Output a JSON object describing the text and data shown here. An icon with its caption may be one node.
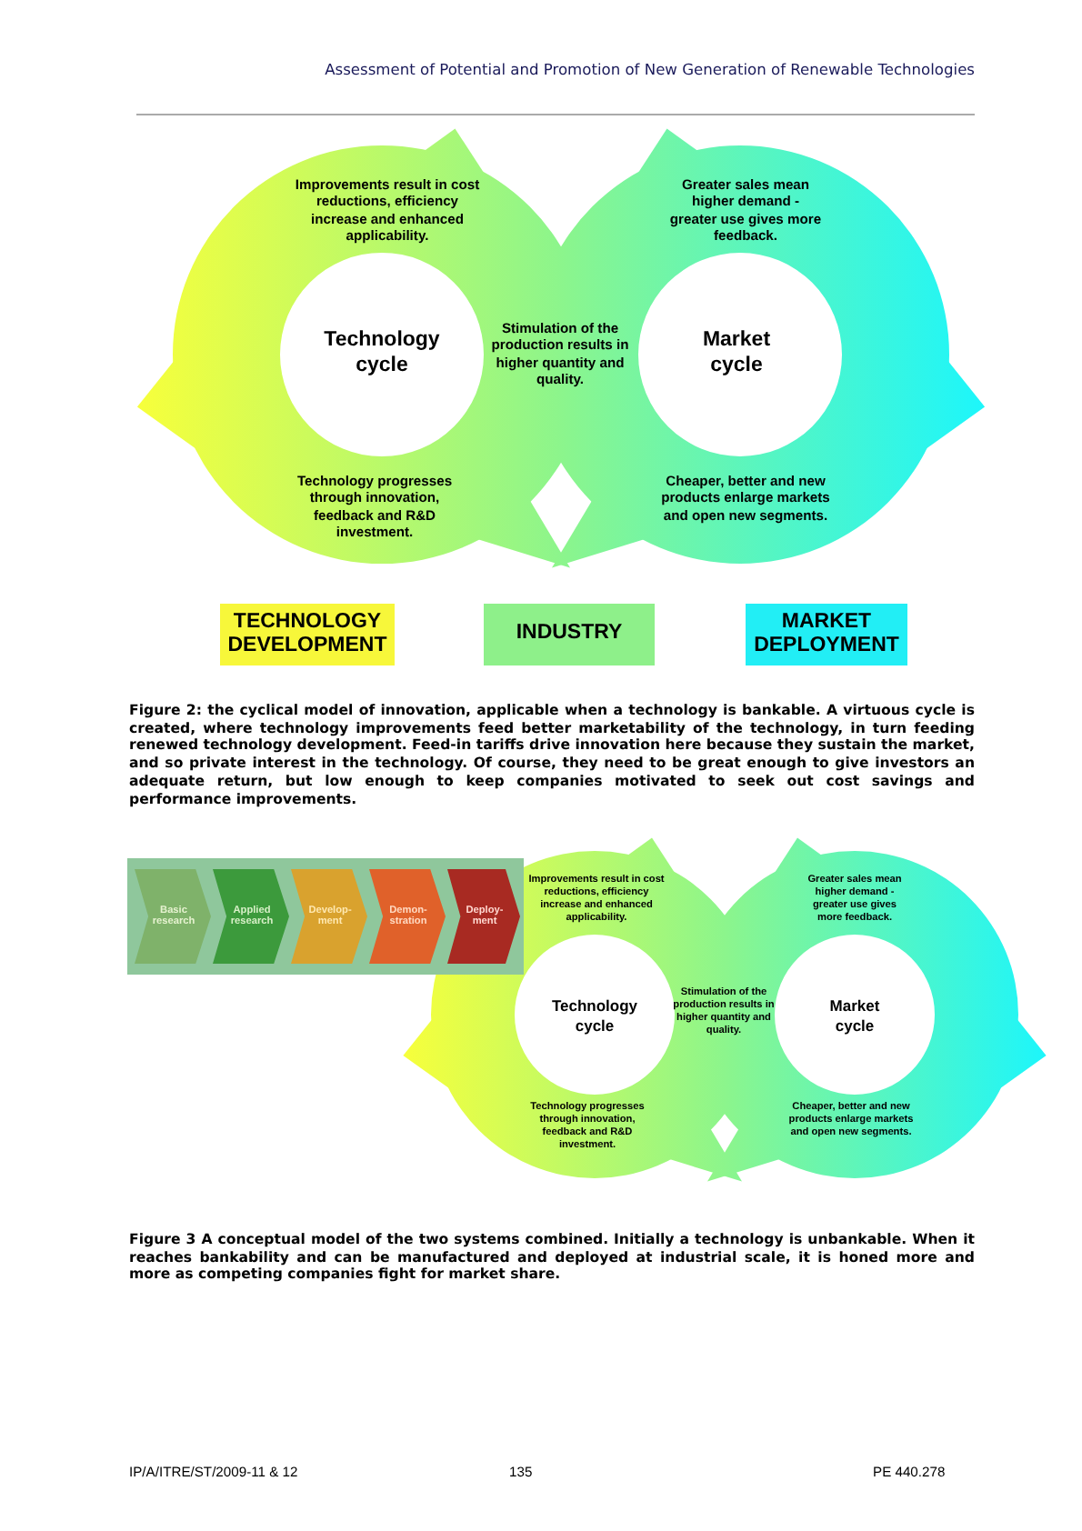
{
  "diagram": {
    "nodes": [
      {
        "text": [
          "TECHNOLOGY DEVELOPMENT"
        ]
      },
      {
        "text": [
          "INDUSTRY"
        ]
      },
      {
        "text": [
          "MARKET DEPLOYMENT"
        ]
      },
      {
        "text": [
          "Basic research"
        ]
      },
      {
        "text": [
          "Applied research"
        ]
      },
      {
        "text": [
          "Develop-ment"
        ]
      },
      {
        "text": [
          "Demon-stration"
        ]
      },
      {
        "text": [
          "Deploy-ment"
        ]
      }
    ],
    "labels": [
      "Assessment of Potential and Promotion of New Generation of Renewable Technologies",
      "Improvements result in cost reductions, efficiency increase and enhanced applicability.",
      "Greater sales mean higher demand - greater use gives more feedback.",
      "Technology cycle",
      "Stimulation of the production results in higher quantity and quality.",
      "Market cycle",
      "Technology progresses through innovation, feedback and R&D investment.",
      "Cheaper, better and new products enlarge markets and open new segments.",
      "Figure 2: the cyclical model of innovation, applicable when a technology is bankable. A virtuous cycle is created, where technology improvements feed better marketability of the technology, in turn feeding renewed technology development. Feed-in tariffs drive innovation here because they sustain the market, and so private interest in the technology. Of course, they need to be great enough to give investors an adequate return, but low enough to keep companies motivated to seek out cost savings and performance improvements.",
      "Improvements result in cost reductions, efficiency increase and enhanced applicability.",
      "Greater sales mean higher demand - greater use gives more feedback.",
      "Technology cycle",
      "Stimulation of the production results in higher quantity and quality.",
      "Market cycle",
      "Technology progresses through innovation, feedback and R&D investment.",
      "Cheaper, better and new products enlarge markets and open new segments.",
      "Figure 3 A conceptual model of the two systems combined. Initially a technology is unbankable. When it reaches bankability and can be manufactured and deployed at industrial scale, it is honed more and more as competing companies fight for market share.",
      "IP/A/ITRE/ST/2009-11 & 12",
      "135",
      "PE 440.278"
    ]
  }
}
